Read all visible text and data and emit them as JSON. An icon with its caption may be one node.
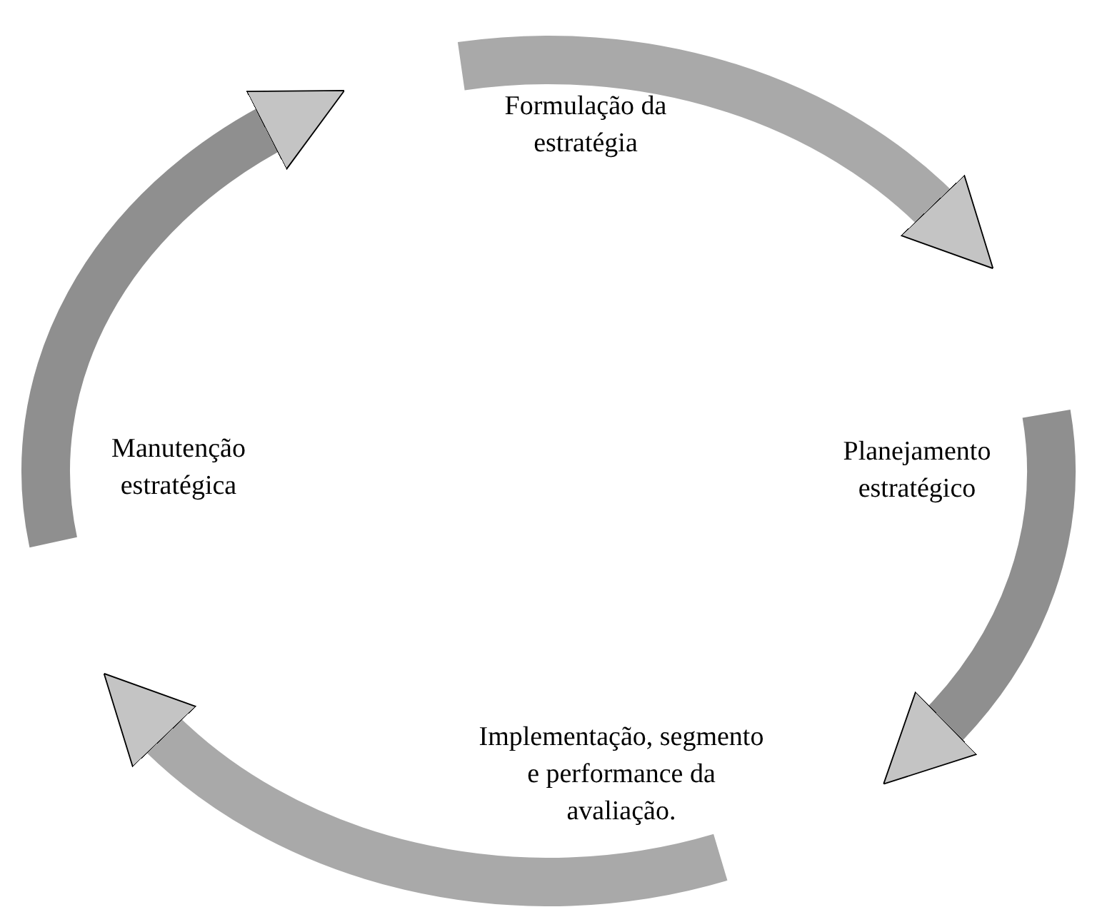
{
  "diagram": {
    "nodes": [
      {
        "text": [
          "Formulação da estratégia"
        ]
      },
      {
        "text": [
          "Planejamento estratégico"
        ]
      },
      {
        "text": [
          "Implementação, segmento e performance da avaliação."
        ]
      },
      {
        "text": [
          "Manutenção estratégica"
        ]
      }
    ],
    "edges": [
      {
        "from": 0,
        "to": 1,
        "arrow": "to"
      },
      {
        "from": 1,
        "to": 2,
        "arrow": "to"
      },
      {
        "from": 2,
        "to": 3,
        "arrow": "to"
      },
      {
        "from": 3,
        "to": 0,
        "arrow": "to"
      }
    ]
  }
}
